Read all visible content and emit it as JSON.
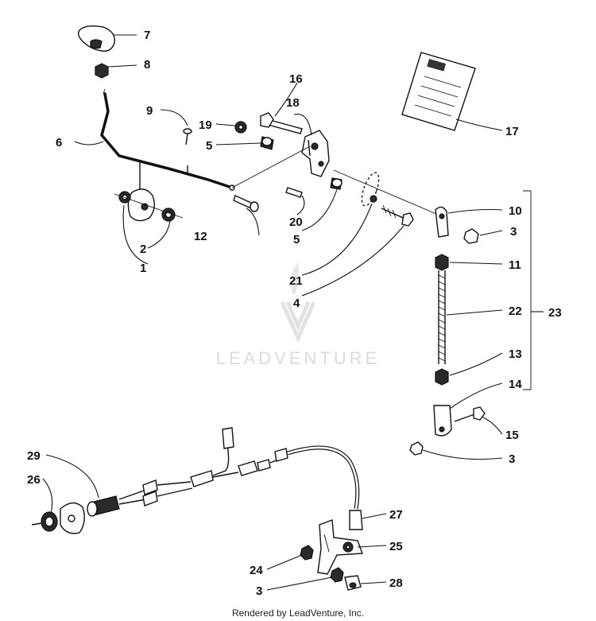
{
  "watermark": "LEADVENTURE",
  "footer": "Rendered by LeadVenture, Inc.",
  "callouts": {
    "c1": "1",
    "c2": "2",
    "c3a": "3",
    "c3b": "3",
    "c3c": "3",
    "c4": "4",
    "c5a": "5",
    "c5b": "5",
    "c6": "6",
    "c7": "7",
    "c8": "8",
    "c9": "9",
    "c10": "10",
    "c11": "11",
    "c12": "12",
    "c13": "13",
    "c14": "14",
    "c15": "15",
    "c16": "16",
    "c17": "17",
    "c18": "18",
    "c19": "19",
    "c20": "20",
    "c21": "21",
    "c22": "22",
    "c23": "23",
    "c24": "24",
    "c25": "25",
    "c26": "26",
    "c27": "27",
    "c28": "28",
    "c29": "29"
  }
}
